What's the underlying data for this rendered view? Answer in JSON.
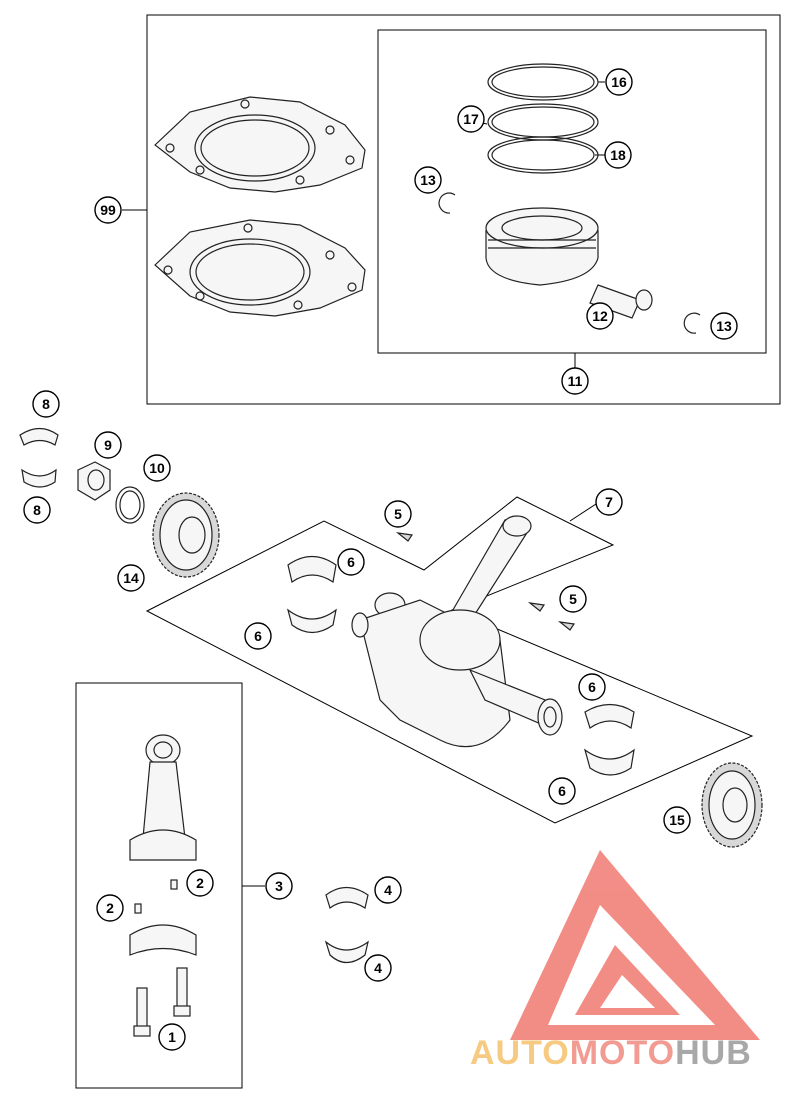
{
  "callouts": [
    {
      "id": "1",
      "label": "1"
    },
    {
      "id": "2a",
      "label": "2"
    },
    {
      "id": "2b",
      "label": "2"
    },
    {
      "id": "3",
      "label": "3"
    },
    {
      "id": "4a",
      "label": "4"
    },
    {
      "id": "4b",
      "label": "4"
    },
    {
      "id": "5a",
      "label": "5"
    },
    {
      "id": "5b",
      "label": "5"
    },
    {
      "id": "6a",
      "label": "6"
    },
    {
      "id": "6b",
      "label": "6"
    },
    {
      "id": "6c",
      "label": "6"
    },
    {
      "id": "6d",
      "label": "6"
    },
    {
      "id": "7",
      "label": "7"
    },
    {
      "id": "8a",
      "label": "8"
    },
    {
      "id": "8b",
      "label": "8"
    },
    {
      "id": "9",
      "label": "9"
    },
    {
      "id": "10",
      "label": "10"
    },
    {
      "id": "11",
      "label": "11"
    },
    {
      "id": "12",
      "label": "12"
    },
    {
      "id": "13a",
      "label": "13"
    },
    {
      "id": "13b",
      "label": "13"
    },
    {
      "id": "14",
      "label": "14"
    },
    {
      "id": "15",
      "label": "15"
    },
    {
      "id": "16",
      "label": "16"
    },
    {
      "id": "17",
      "label": "17"
    },
    {
      "id": "18",
      "label": "18"
    },
    {
      "id": "99",
      "label": "99"
    }
  ],
  "watermark": {
    "word_part1": "AUTO",
    "word_part2": "MOTO",
    "word_part3": "HUB",
    "color_part1": "#f5c16c",
    "color_part2": "#f08a80",
    "color_part3": "#9a9a9a",
    "logo_color": "#f07a72"
  }
}
